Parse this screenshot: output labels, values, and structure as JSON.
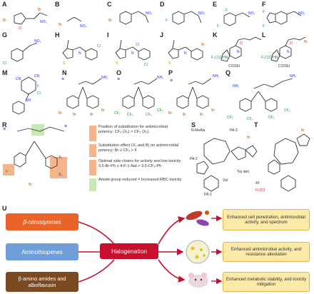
{
  "panels": {
    "A": "A",
    "B": "B",
    "C": "C",
    "D": "D",
    "E": "E",
    "F": "F",
    "G": "G",
    "H": "H",
    "I": "I",
    "J": "J",
    "K": "K",
    "L": "L",
    "M": "M",
    "N": "N",
    "O": "O",
    "P": "P",
    "Q": "Q",
    "R": "R",
    "S": "S",
    "T": "T",
    "U": "U"
  },
  "atoms": {
    "br": "Br",
    "no2": "NO₂",
    "f": "F",
    "cl": "Cl",
    "o": "O",
    "n": "N",
    "s": "S",
    "cf3": "CF₃",
    "nh2": "NH₂",
    "cn": "CN",
    "h": "H",
    "och3": "H₃CO",
    "f3ccon": "F₃CCOHN",
    "cooet": "COOEt",
    "nh": "NH",
    "plus": "⊕",
    "x1": "X₁",
    "x2": "X₂"
  },
  "legend_R": {
    "item1": "Position of substitution for antimicrobial potency: CF₃ (X₁) > CF₃ (X₂)",
    "item2": "Substitution effect (X₁ and B) on antimicrobial potency: Br ≥ CF₃ > F",
    "item3": "Optimal side-chains for activity and low toxicity: 3,5-Br-Ph ≥ 4-F-1-Nal > 3,5-CF₃-Ph",
    "item4": "Amide group reduced = Increased RBC toxicity"
  },
  "panel_S_labels": {
    "nmeala": "N-MeAla",
    "pa3": "PA-3",
    "pa2": "PA-2",
    "pa1": "PA-1",
    "val": "Val",
    "trp": "Trp deri"
  },
  "panel_T_labels": {
    "num": "40"
  },
  "panel_U": {
    "left": [
      "β-nitrostyrenes",
      "Aminothiopenes",
      "β-amino amides and alboflavusin"
    ],
    "center": "Halogenation",
    "outcomes": [
      "Enhanced cell penetration, antimicrobial activity, and spectrum",
      "Enhanced antimicrobial activity, and resistance alleviation",
      "Enhanced metabolic stability, and toxicity mitigation"
    ]
  },
  "colors": {
    "orange": "#e9642a",
    "blue": "#6f9ed8",
    "brown": "#7a4a22",
    "red": "#c8102e",
    "yellow": "#fde9a8",
    "legend_orange": "#f6b48a",
    "legend_green": "#c9e8b2"
  }
}
